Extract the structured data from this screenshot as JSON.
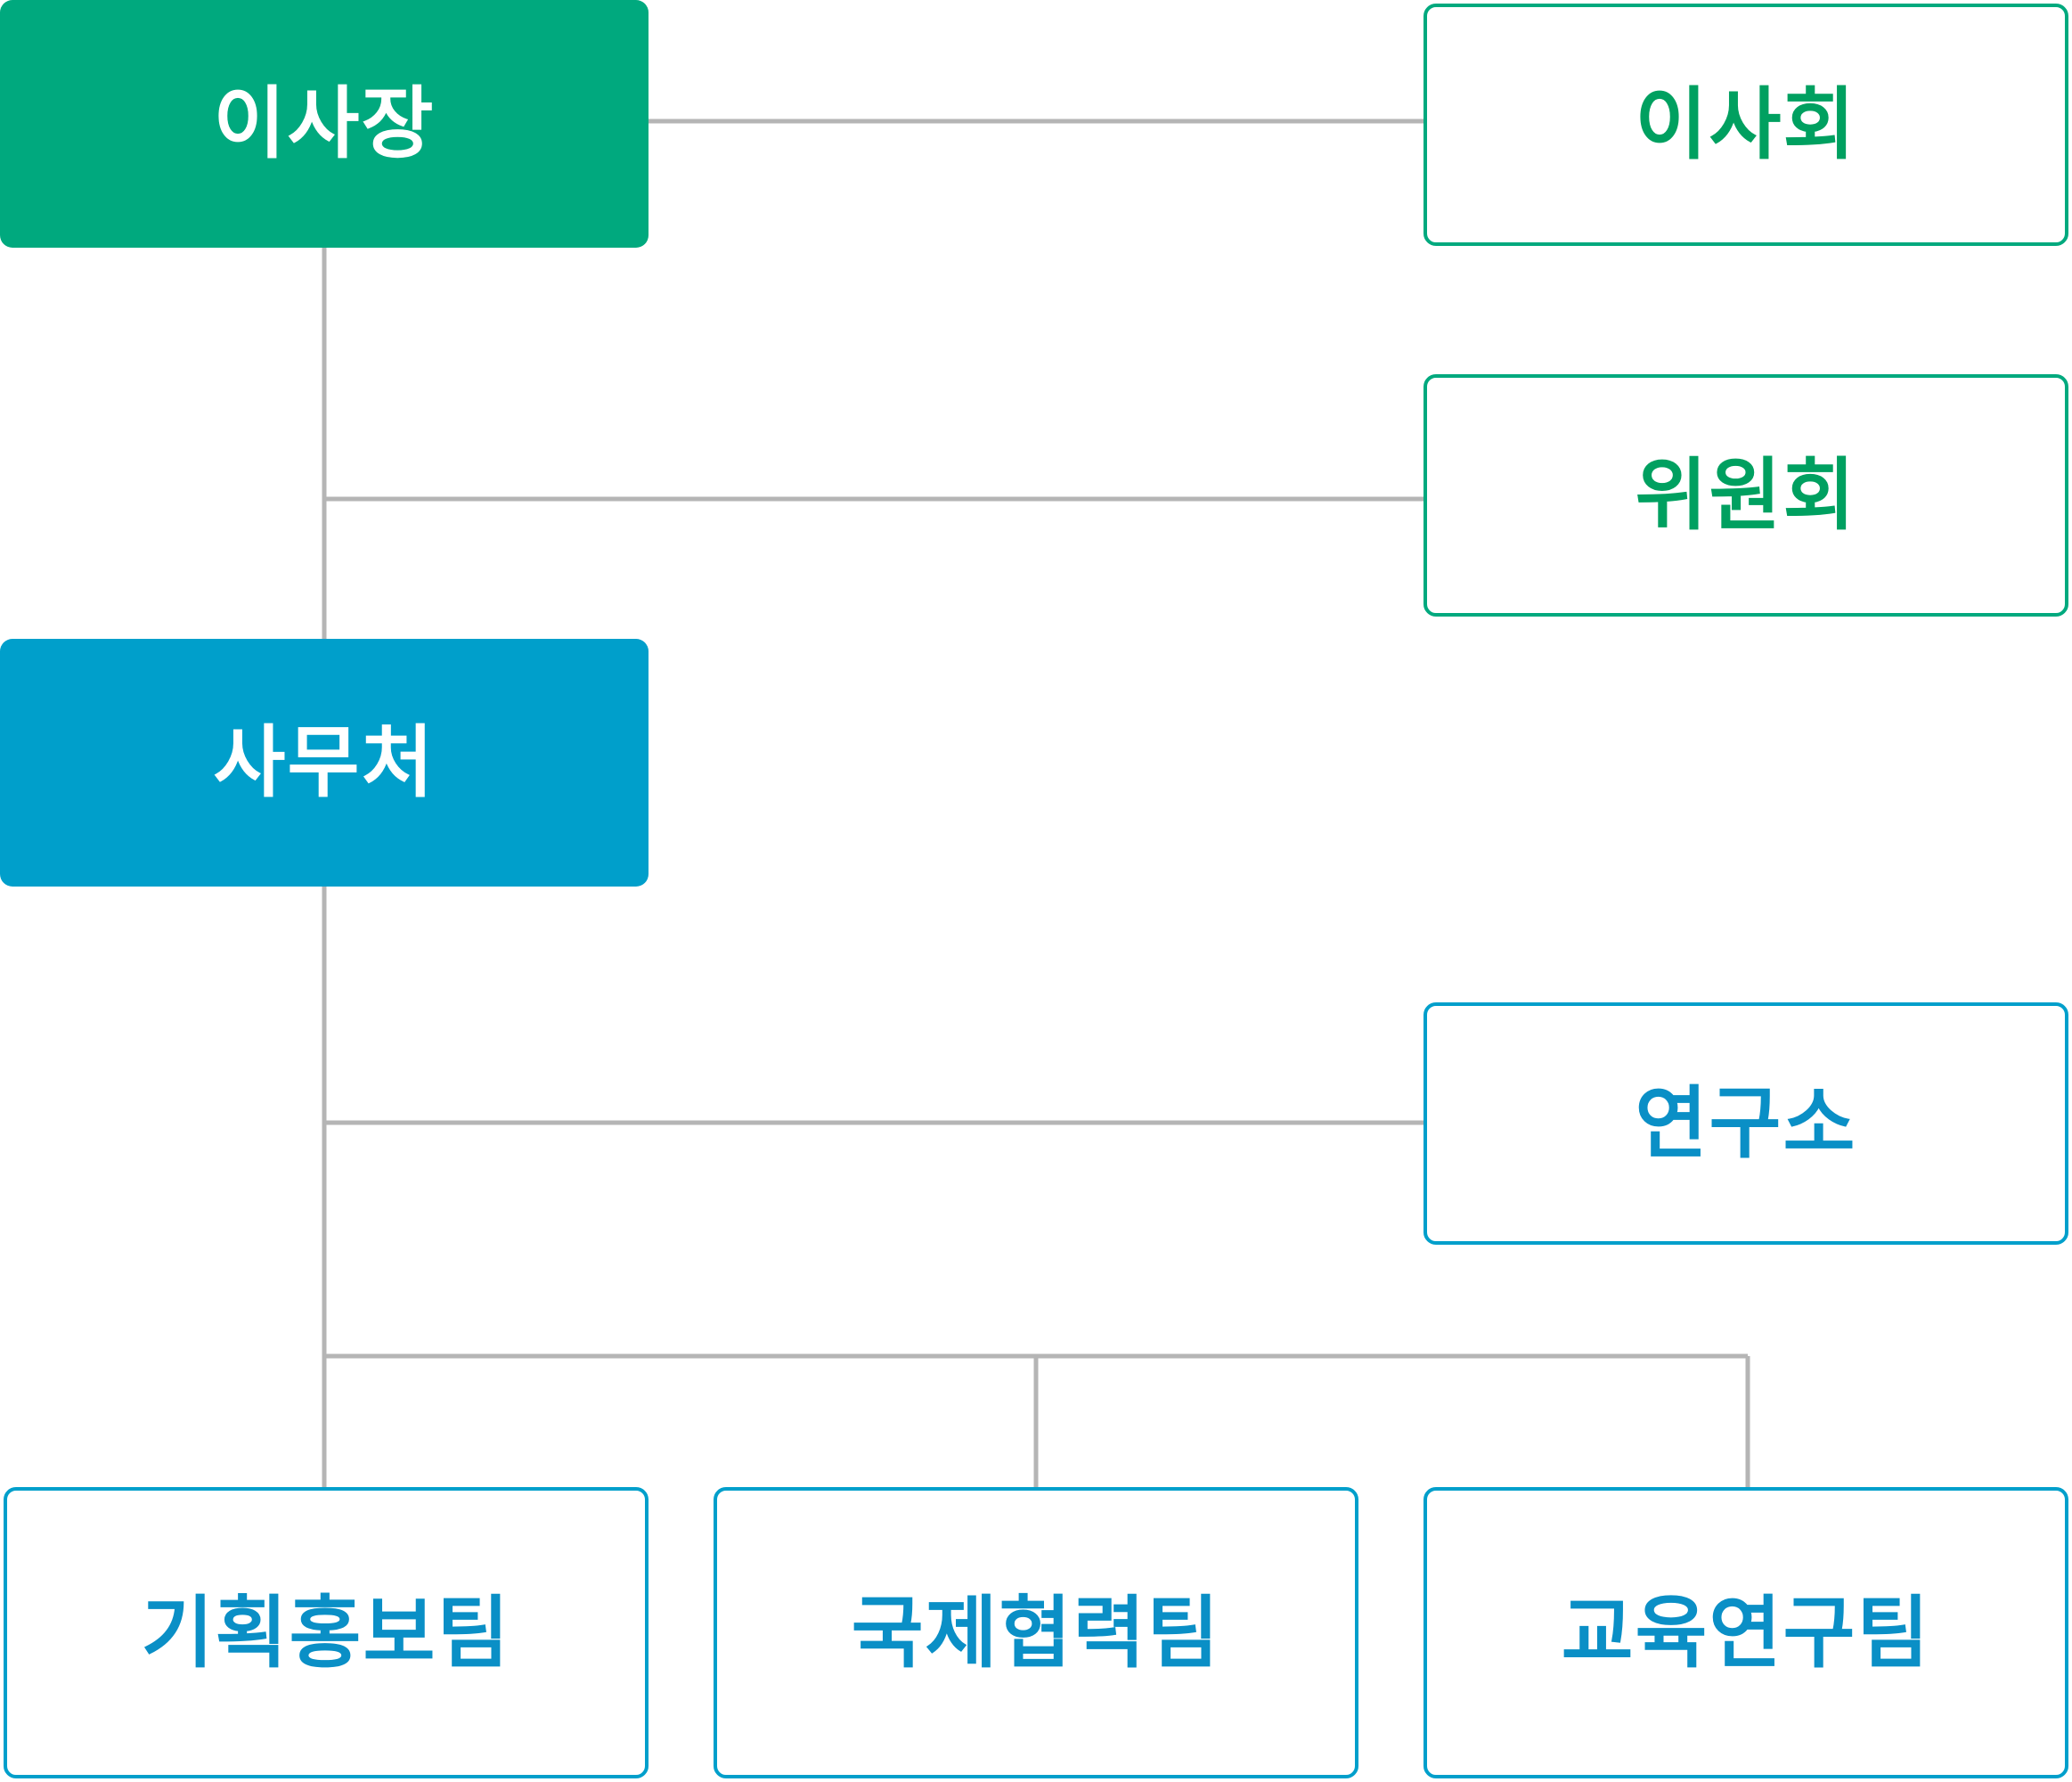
{
  "colors": {
    "green": "#00A97E",
    "blue": "#009FCB",
    "green_text": "#00A060",
    "blue_text": "#0A8FC6",
    "connector": "#B5B5B5"
  },
  "nodes": {
    "chairman": {
      "label": "이사장"
    },
    "board": {
      "label": "이사회"
    },
    "committee": {
      "label": "위원회"
    },
    "secretariat": {
      "label": "사무처"
    },
    "institute": {
      "label": "연구소"
    },
    "team_planning": {
      "label": "기획홍보팀"
    },
    "team_intl": {
      "label": "국제협력팀"
    },
    "team_edu": {
      "label": "교육연구팀"
    }
  },
  "edges": [
    {
      "from": "이사장",
      "to": "이사회"
    },
    {
      "from": "이사장",
      "to": "위원회"
    },
    {
      "from": "이사장",
      "to": "사무처"
    },
    {
      "from": "사무처",
      "to": "연구소"
    },
    {
      "from": "사무처",
      "to": "기획홍보팀"
    },
    {
      "from": "사무처",
      "to": "국제협력팀"
    },
    {
      "from": "사무처",
      "to": "교육연구팀"
    }
  ]
}
